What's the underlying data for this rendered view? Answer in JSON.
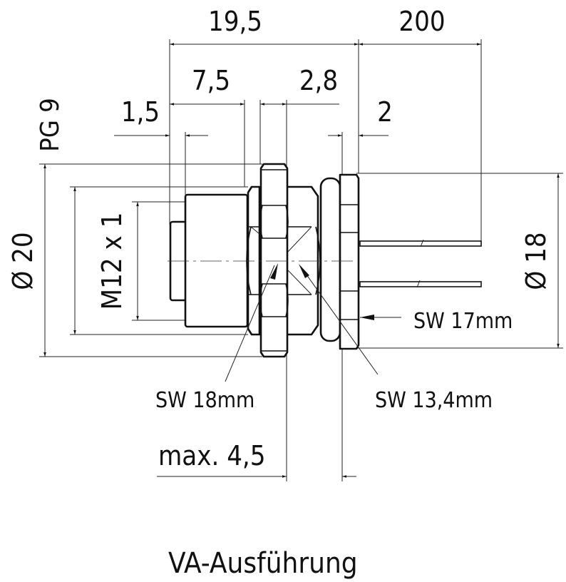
{
  "dimensions": {
    "overall_length": "19,5",
    "pin_length": "200",
    "body_length": "7,5",
    "nut_width": "2,8",
    "front_offset": "1,5",
    "flange_width": "2",
    "thread_pg": "PG 9",
    "outer_diameter": "Ø 20",
    "thread_m12": "M12 x 1",
    "flange_diameter": "Ø 18",
    "max_panel": "max. 4,5"
  },
  "labels": {
    "sw17": "SW 17mm",
    "sw18": "SW 18mm",
    "sw134": "SW 13,4mm"
  },
  "caption": "VA-Ausführung"
}
